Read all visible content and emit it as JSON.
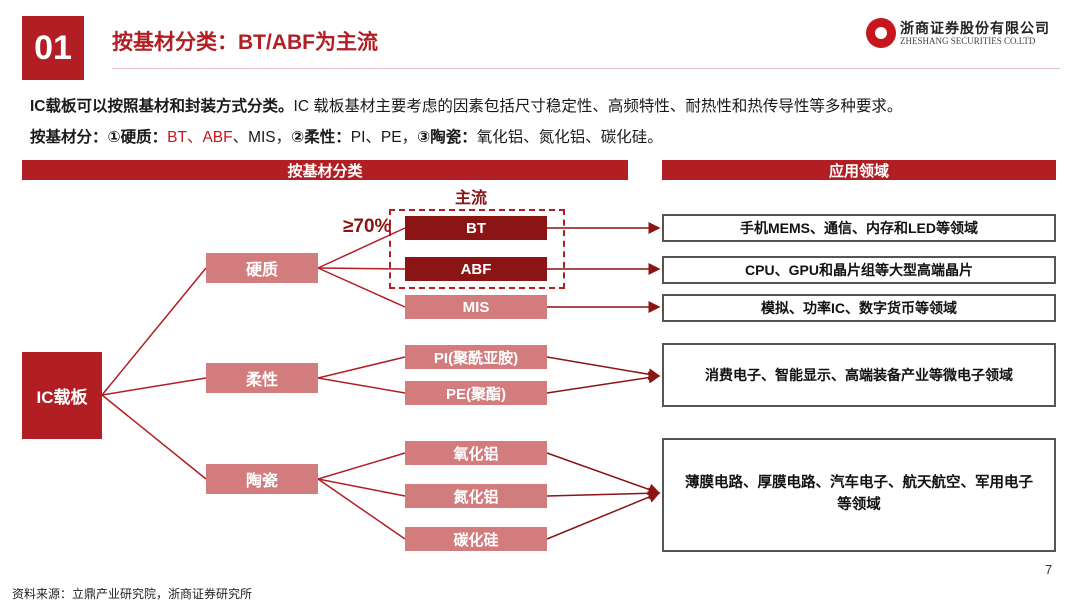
{
  "slide": {
    "number": "01",
    "title": "按基材分类：BT/ABF为主流",
    "page": "7",
    "source": "资料来源：立鼎产业研究院，浙商证券研究所"
  },
  "logo": {
    "name_cn": "浙商证券股份有限公司",
    "name_en": "ZHESHANG SECURITIES CO.LTD"
  },
  "intro": {
    "line1_bold": "IC载板可以按照基材和封装方式分类。",
    "line1_rest": "IC 载板基材主要考虑的因素包括尺寸稳定性、高频特性、耐热性和热传导性等多种要求。",
    "line2_lead": "按基材分：",
    "line2_hard_label": "①硬质：",
    "line2_hard_red": "BT、ABF",
    "line2_hard_rest": "、MIS，",
    "line2_soft_label": "②柔性：",
    "line2_soft_rest": "PI、PE，",
    "line2_ceramic_label": "③陶瓷：",
    "line2_ceramic_rest": "氧化铝、氮化铝、碳化硅。"
  },
  "headers": {
    "left": "按基材分类",
    "right": "应用领域"
  },
  "tree": {
    "root": "IC载板",
    "mainstream_label": "主流",
    "bt_share": "≥70%",
    "hard": "硬质",
    "soft": "柔性",
    "ceramic": "陶瓷",
    "bt": "BT",
    "abf": "ABF",
    "mis": "MIS",
    "pi": "PI(聚酰亚胺)",
    "pe": "PE(聚酯)",
    "alumina": "氧化铝",
    "aln": "氮化铝",
    "sic": "碳化硅"
  },
  "applications": {
    "bt": "手机MEMS、通信、内存和LED等领域",
    "abf": "CPU、GPU和晶片组等大型高端晶片",
    "mis": "模拟、功率IC、数字货币等领域",
    "flexible": "消费电子、智能显示、高端装备产业等微电子领域",
    "ceramic": "薄膜电路、厚膜电路、汽车电子、航天航空、军用电子等领域"
  },
  "colors": {
    "primary_red": "#b11e23",
    "light_red": "#d37c7e",
    "dark_red": "#8b1414"
  }
}
